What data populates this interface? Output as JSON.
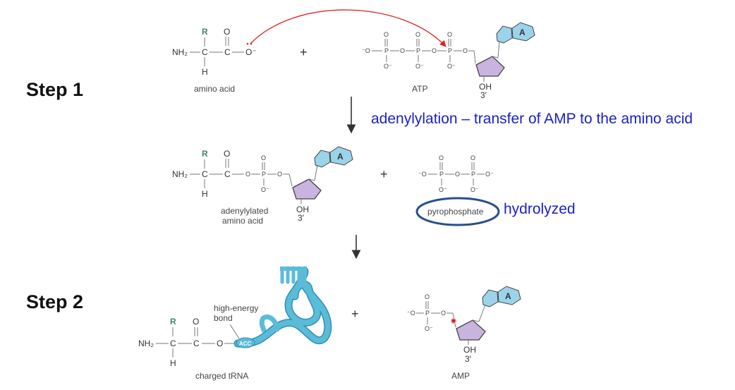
{
  "steps": {
    "step1": "Step 1",
    "step2": "Step 2"
  },
  "reactions": {
    "adenylylation": "adenylylation – transfer of AMP to the amino acid",
    "hydrolyzed": "hydrolyzed"
  },
  "molecules": {
    "amino_acid": "amino acid",
    "atp": "ATP",
    "adenylylated_line1": "adenylylated",
    "adenylylated_line2": "amino acid",
    "pyrophosphate": "pyrophosphate",
    "charged_trna": "charged tRNA",
    "amp": "AMP",
    "high_energy_line1": "high-energy",
    "high_energy_line2": "bond",
    "acc": "ACC",
    "adenine": "A",
    "oh": "OH",
    "three_prime": "3′",
    "plus": "+"
  },
  "atoms": {
    "R": "R",
    "O": "O",
    "C": "C",
    "H": "H",
    "P": "P",
    "NH2": "NH₂",
    "O_minus": "O⁻",
    "minus_O": "⁻O"
  },
  "colors": {
    "highlight_blue": "#1a1fc8",
    "ellipse": "#2a4f8a",
    "attack_arrow": "#e02020",
    "ribose": "#c9b3df",
    "adenine": "#9bd3ea",
    "trna": "#5bbcd9"
  }
}
